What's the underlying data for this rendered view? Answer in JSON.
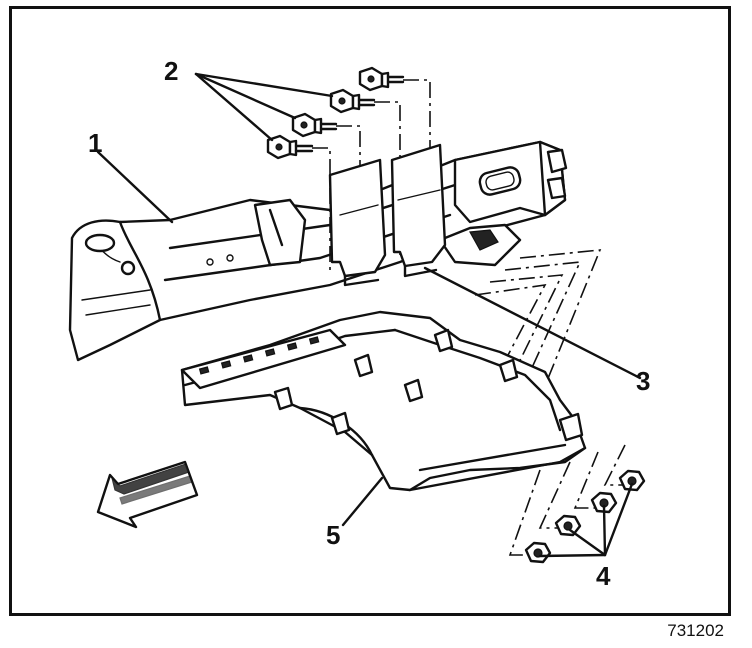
{
  "figure_id": "731202",
  "callouts": {
    "c1": "1",
    "c2": "2",
    "c3": "3",
    "c4": "4",
    "c5": "5"
  }
}
